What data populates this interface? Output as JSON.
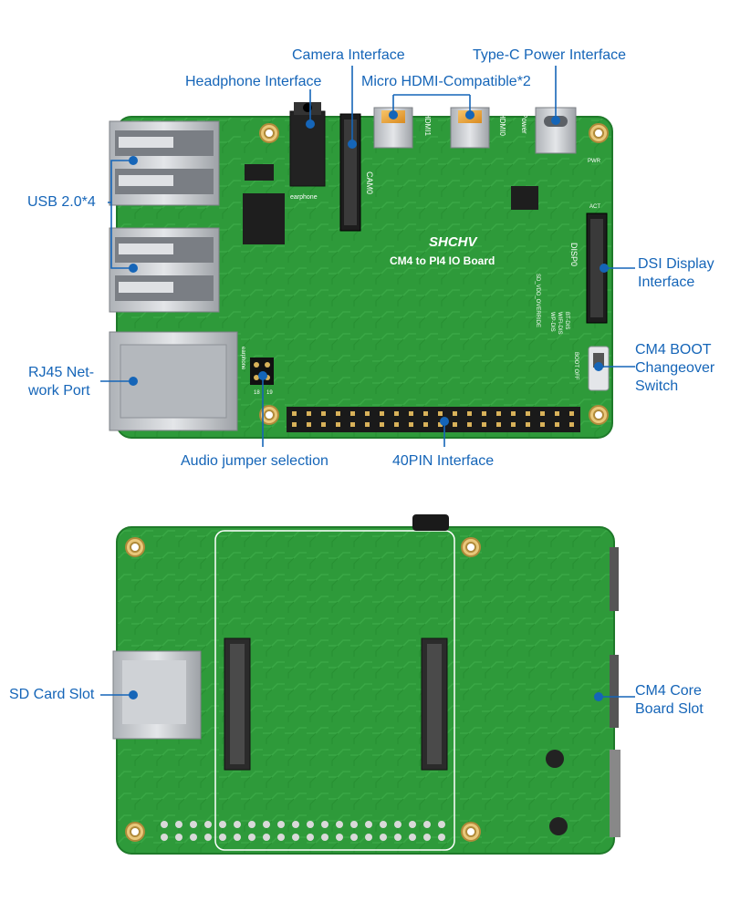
{
  "colors": {
    "accent": "#1565b8",
    "pcb": "#2f9b3a",
    "pcb_dark": "#1f7a2a",
    "silver": "#c9ccd0",
    "gold": "#f0a93c"
  },
  "top_board": {
    "silkscreen": {
      "brand": "SHCHV",
      "model": "CM4 to PI4 IO Board",
      "cam": "CAM0",
      "hdmi1": "HDMI1",
      "hdmi0": "HDMI0",
      "power": "Power",
      "disp": "DISP0",
      "earphone": "earphone",
      "pwr": "PWR",
      "act": "ACT",
      "boot": "BOOT OFF",
      "bt": "BT-DIS",
      "wifi": "WIFI-DIS",
      "wp": "WP-DIS",
      "sd": "SD_VDD_OVERRIDE",
      "jumper": "earphone",
      "n18": "18",
      "n19": "19"
    }
  },
  "labels": {
    "camera": "Camera Interface",
    "typec": "Type-C Power Interface",
    "headphone": "Headphone Interface",
    "hdmi": "Micro HDMI-Compatible*2",
    "usb": "USB 2.0*4",
    "dsi_1": "DSI Display",
    "dsi_2": "Interface",
    "rj45_1": "RJ45 Net-",
    "rj45_2": "work Port",
    "boot_1": "CM4 BOOT",
    "boot_2": "Changeover",
    "boot_3": "Switch",
    "audio": "Audio jumper selection",
    "gpio": "40PIN Interface",
    "sd": "SD Card Slot",
    "core_1": "CM4 Core",
    "core_2": "Board Slot"
  }
}
